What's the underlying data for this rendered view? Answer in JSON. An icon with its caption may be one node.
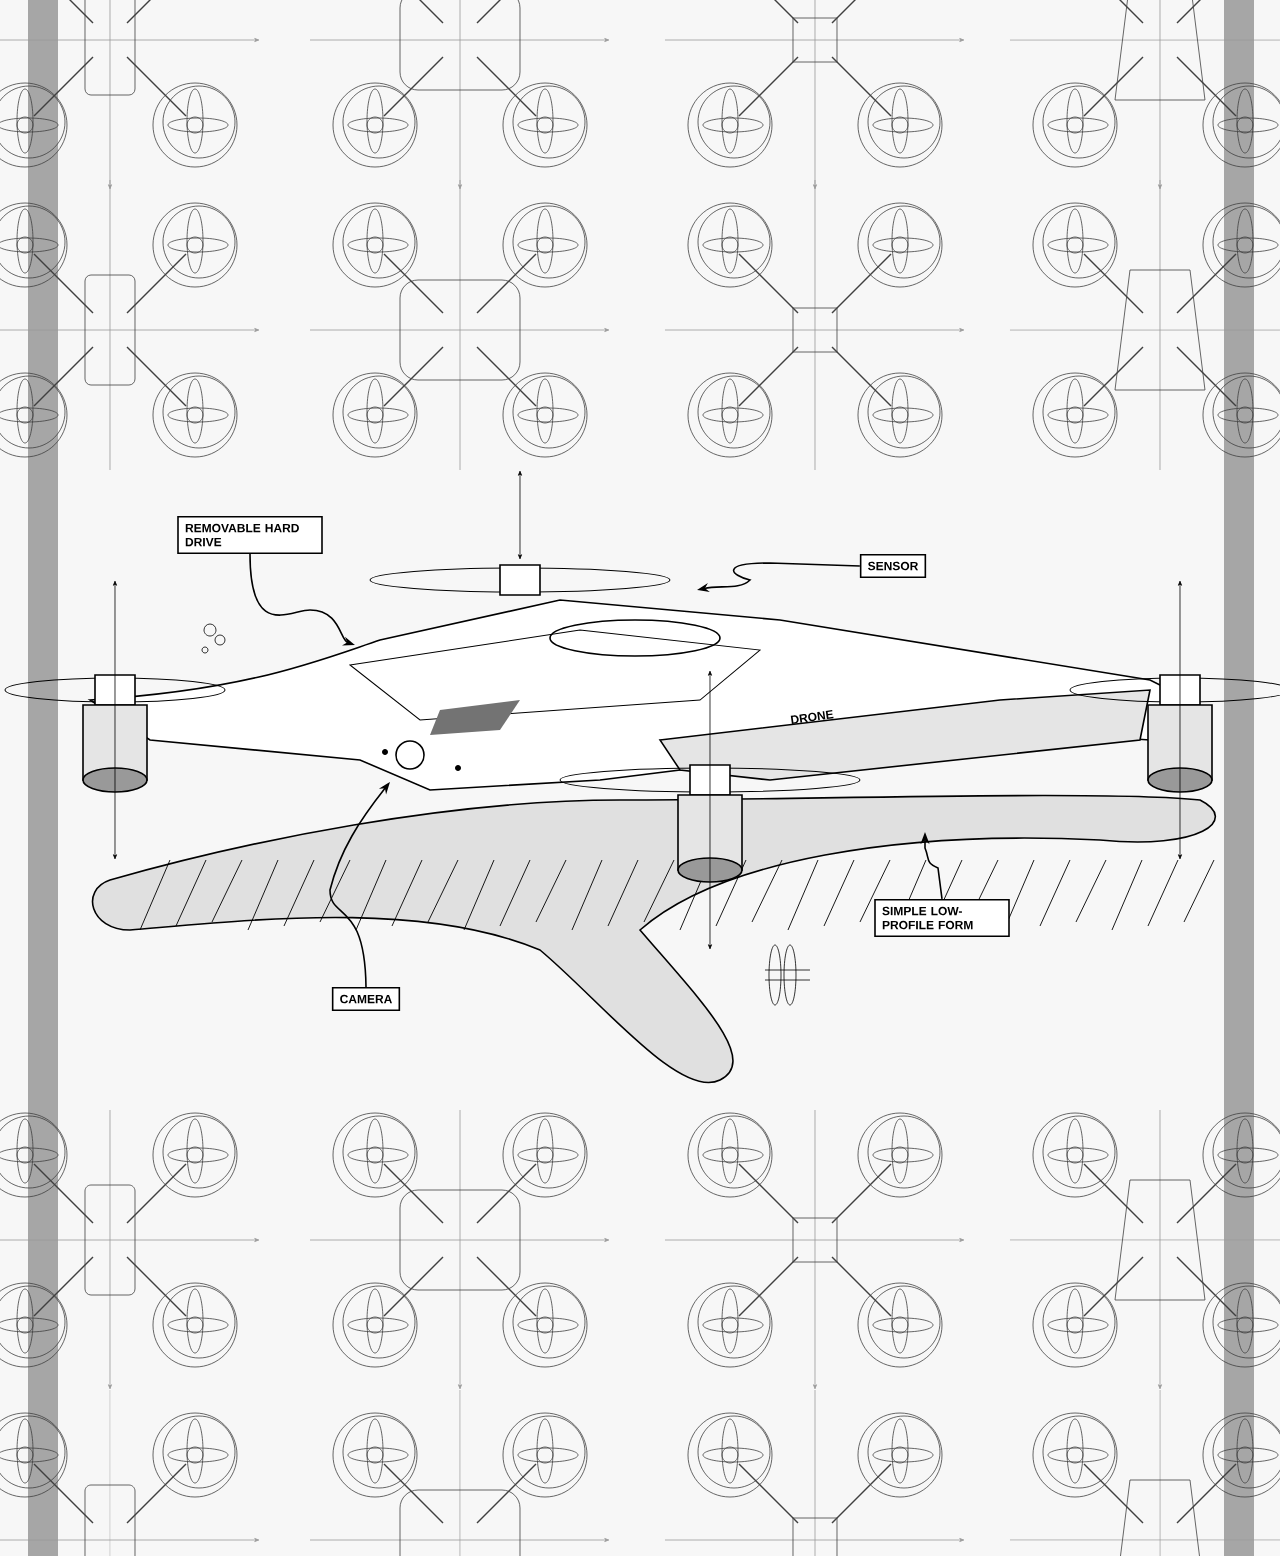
{
  "diagram": {
    "nodes": [
      {
        "text": [
          "REMOVABLE HARD DRIVE"
        ]
      },
      {
        "text": [
          "SENSOR"
        ]
      },
      {
        "text": [
          "SIMPLE LOW-PROFILE FORM"
        ]
      },
      {
        "text": [
          "CAMERA"
        ]
      }
    ],
    "edges": [
      {
        "from": 0,
        "to": null,
        "arrow": "to"
      },
      {
        "from": 1,
        "to": null,
        "arrow": "to"
      },
      {
        "from": 2,
        "to": null,
        "arrow": "to"
      },
      {
        "from": 3,
        "to": null,
        "arrow": "to"
      }
    ],
    "labels": [
      "DRONE"
    ]
  }
}
